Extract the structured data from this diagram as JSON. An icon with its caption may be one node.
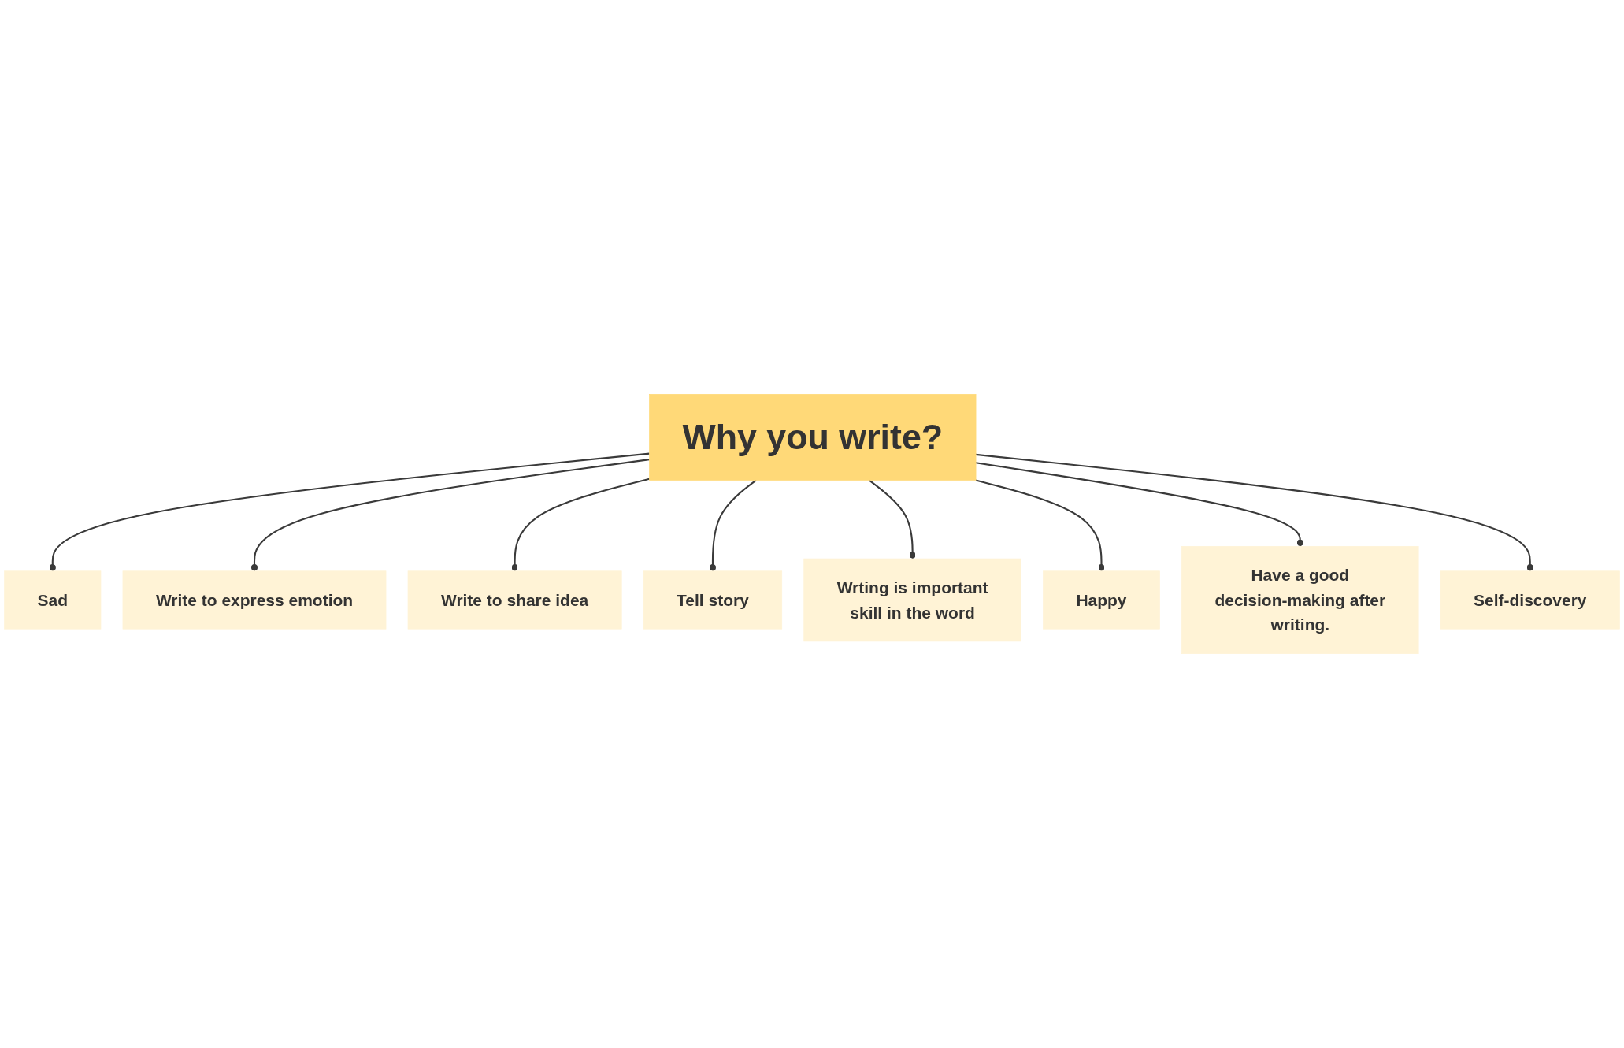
{
  "diagram": {
    "nodes": [
      {
        "text": [
          "Sad"
        ]
      },
      {
        "text": [
          "Write to express emotion"
        ]
      },
      {
        "text": [
          "Write to share idea"
        ]
      },
      {
        "text": [
          "Why you write?"
        ]
      },
      {
        "text": [
          "Tell story"
        ]
      },
      {
        "text": [
          "Wrting is important skill in the word"
        ]
      },
      {
        "text": [
          "Happy"
        ]
      },
      {
        "text": [
          "Have a good decision-making after writing."
        ]
      },
      {
        "text": [
          "Self-discovery"
        ]
      }
    ],
    "edges": [
      {
        "from": 3,
        "to": 0,
        "arrow": "other"
      },
      {
        "from": 3,
        "to": 1,
        "arrow": "other"
      },
      {
        "from": 3,
        "to": 2,
        "arrow": "other"
      },
      {
        "from": 3,
        "to": 4,
        "arrow": "other"
      },
      {
        "from": 3,
        "to": 5,
        "arrow": "other"
      },
      {
        "from": 3,
        "to": 6,
        "arrow": "other"
      },
      {
        "from": 3,
        "to": 7,
        "arrow": "other"
      },
      {
        "from": 3,
        "to": 8,
        "arrow": "other"
      }
    ]
  }
}
